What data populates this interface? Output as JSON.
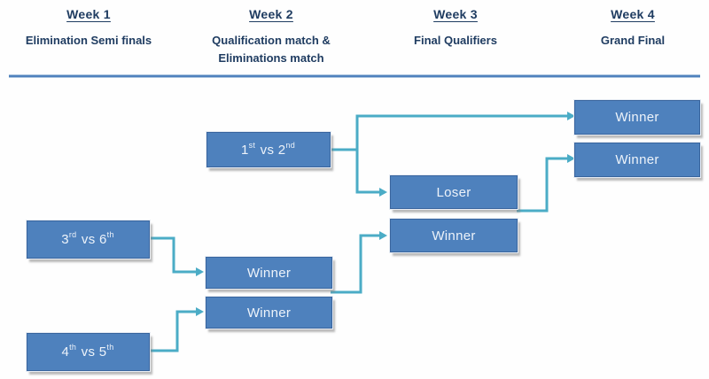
{
  "header": {
    "columns": [
      {
        "week": "Week 1",
        "subtitle": "Elimination Semi finals"
      },
      {
        "week": "Week 2",
        "subtitle": "Qualification match &\nEliminations match"
      },
      {
        "week": "Week 3",
        "subtitle": "Final Qualifiers"
      },
      {
        "week": "Week 4",
        "subtitle": "Grand Final"
      }
    ]
  },
  "bracket": {
    "qualification_match": {
      "team1_rank": "1",
      "team1_ordinal": "st",
      "versus": " vs ",
      "team2_rank": "2",
      "team2_ordinal": "nd"
    },
    "elimination_semi_1": {
      "team1_rank": "3",
      "team1_ordinal": "rd",
      "versus": " vs ",
      "team2_rank": "6",
      "team2_ordinal": "th"
    },
    "elimination_semi_2": {
      "team1_rank": "4",
      "team1_ordinal": "th",
      "versus": " vs ",
      "team2_rank": "5",
      "team2_ordinal": "th"
    },
    "week2_winner_top": "Winner",
    "week2_winner_bottom": "Winner",
    "week3_loser": "Loser",
    "week3_winner": "Winner",
    "grand_final_winner_top": "Winner",
    "grand_final_winner_bottom": "Winner"
  },
  "colors": {
    "box_fill": "#4E81BD",
    "box_border": "#39659E",
    "box_text": "#EDF3FA",
    "connector": "#4BACC6",
    "header_text": "#1F3C61",
    "divider": "#4F81BD",
    "shadow": "#A0A0A0",
    "background": "#FEFEFE"
  }
}
